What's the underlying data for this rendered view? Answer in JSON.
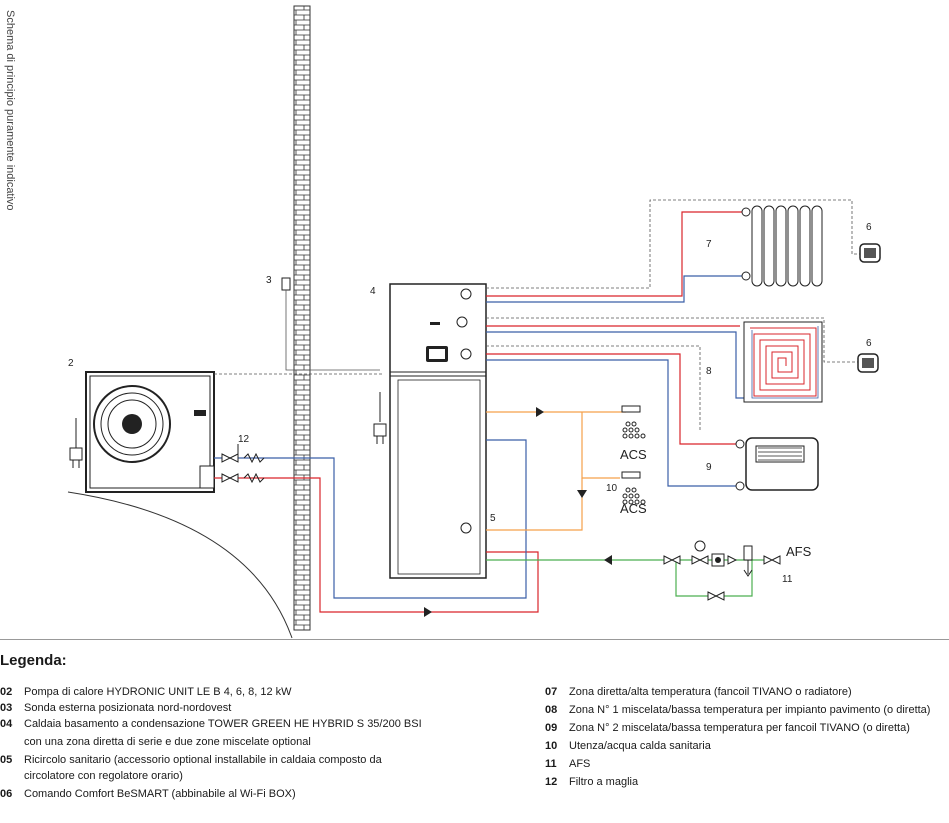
{
  "side_note": "Schema di principio puramente indicativo",
  "labels": {
    "n2": "2",
    "n3": "3",
    "n4": "4",
    "n5": "5",
    "n6a": "6",
    "n6b": "6",
    "n7": "7",
    "n8": "8",
    "n9": "9",
    "n10": "10",
    "n11": "11",
    "n12": "12",
    "acs1": "ACS",
    "acs2": "ACS",
    "afs": "AFS"
  },
  "legend": {
    "title": "Legenda:",
    "left": [
      {
        "num": "02",
        "text": "Pompa di calore HYDRONIC UNIT LE B 4, 6, 8, 12 kW"
      },
      {
        "num": "03",
        "text": "Sonda esterna posizionata nord-nordovest"
      },
      {
        "num": "04",
        "text": "Caldaia basamento a condensazione TOWER GREEN HE HYBRID S 35/200 BSI"
      },
      {
        "num": "",
        "text": "con una zona diretta di serie e due zone miscelate optional"
      },
      {
        "num": "05",
        "text": "Ricircolo sanitario (accessorio optional installabile in caldaia composto da"
      },
      {
        "num": "",
        "text": "circolatore con regolatore orario)"
      },
      {
        "num": "06",
        "text": "Comando Comfort BeSMART (abbinabile al Wi-Fi BOX)"
      }
    ],
    "right": [
      {
        "num": "07",
        "text": "Zona diretta/alta temperatura (fancoil TIVANO o radiatore)"
      },
      {
        "num": "08",
        "text": "Zona N° 1 miscelata/bassa temperatura per impianto pavimento (o diretta)"
      },
      {
        "num": "09",
        "text": "Zona N° 2 miscelata/bassa temperatura per fancoil TIVANO (o diretta)"
      },
      {
        "num": "10",
        "text": "Utenza/acqua calda sanitaria"
      },
      {
        "num": "11",
        "text": "AFS"
      },
      {
        "num": "12",
        "text": "Filtro a maglia"
      }
    ]
  },
  "colors": {
    "hot": "#d9252b",
    "cold": "#3b5fa8",
    "dhw": "#f5a04a",
    "mains": "#4caf50",
    "grey": "#777777"
  }
}
